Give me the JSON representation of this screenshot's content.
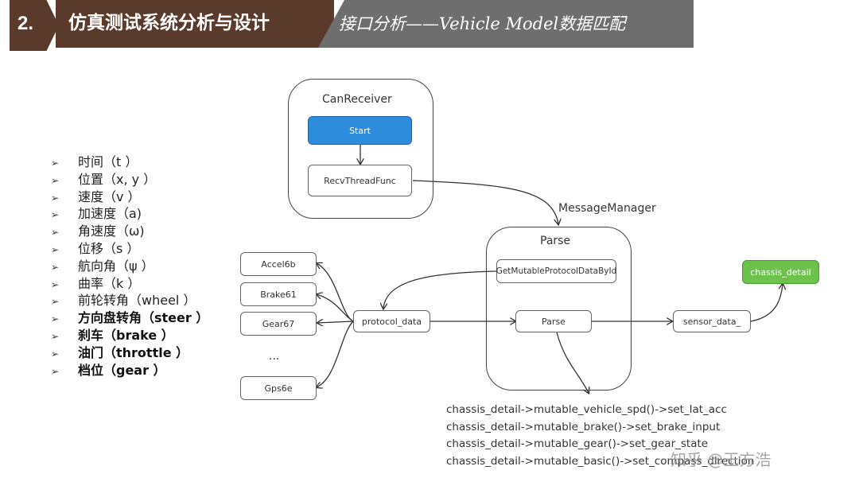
{
  "header": {
    "section_number": "2.",
    "title": "仿真测试系统分析与设计",
    "subtitle": "接口分析——Vehicle Model数据匹配"
  },
  "bullets": [
    {
      "text": "时间（t ）",
      "bold": false
    },
    {
      "text": "位置（x, y ）",
      "bold": false
    },
    {
      "text": "速度（v ）",
      "bold": false
    },
    {
      "text": "加速度（a)",
      "bold": false
    },
    {
      "text": "角速度（ω)",
      "bold": false
    },
    {
      "text": "位移（s ）",
      "bold": false
    },
    {
      "text": "航向角（ψ ）",
      "bold": false
    },
    {
      "text": "曲率（k ）",
      "bold": false
    },
    {
      "text": "前轮转角（wheel ）",
      "bold": false
    },
    {
      "text": "方向盘转角（steer ）",
      "bold": true
    },
    {
      "text": "刹车（brake ）",
      "bold": true
    },
    {
      "text": "油门（throttle ）",
      "bold": true
    },
    {
      "text": "档位（gear ）",
      "bold": true
    }
  ],
  "bullet_icon": "arrow-right-icon",
  "diagram": {
    "can_receiver": {
      "title": "CanReceiver",
      "start": "Start",
      "recv": "RecvThreadFunc"
    },
    "message_manager": "MessageManager",
    "parse": {
      "title": "Parse",
      "get_mutable": "GetMutableProtocolDataById",
      "parse_box": "Parse"
    },
    "protocols": [
      "Accel6b",
      "Brake61",
      "Gear67",
      "...",
      "Gps6e"
    ],
    "protocol_data": "protocol_data",
    "sensor_data": "sensor_data_",
    "chassis_detail": "chassis_detail",
    "code_lines": [
      "chassis_detail->mutable_vehicle_spd()->set_lat_acc",
      "chassis_detail->mutable_brake()->set_brake_input",
      "chassis_detail->mutable_gear()->set_gear_state",
      "chassis_detail->mutable_basic()->set_compass_direction"
    ]
  },
  "watermark": "知乎 @王方浩",
  "colors": {
    "header_dark": "#5a3a2a",
    "header_gray": "#6e6e6e",
    "start_blue": "#2e8cdc",
    "chassis_green": "#6cc24a"
  }
}
